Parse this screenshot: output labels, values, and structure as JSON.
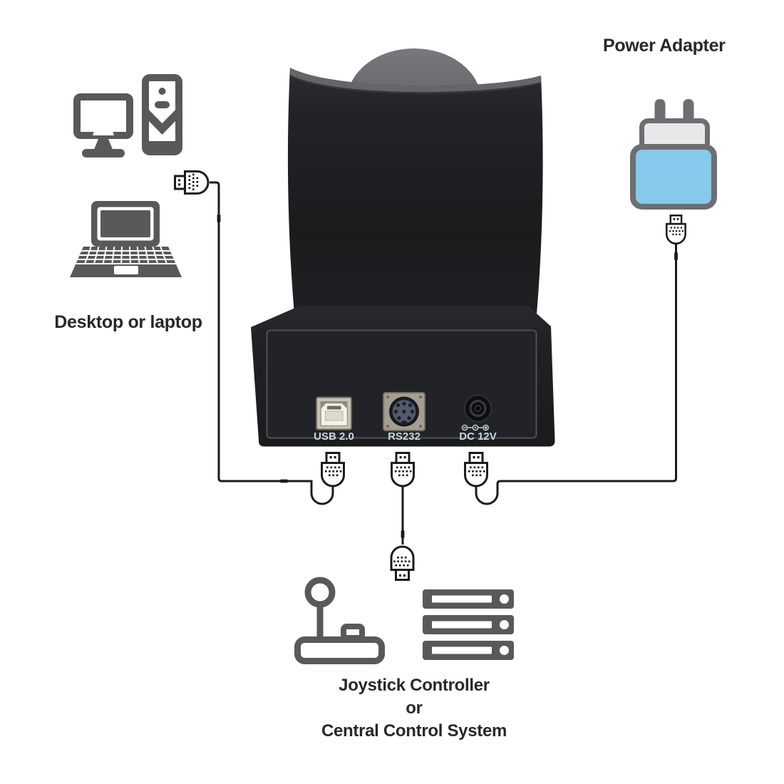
{
  "labels": {
    "power_adapter": "Power Adapter",
    "desktop_or_laptop": "Desktop or laptop",
    "controller_line1": "Joystick Controller",
    "controller_line2": "or",
    "controller_line3": "Central Control System"
  },
  "camera": {
    "ports": [
      {
        "name": "usb-port",
        "label": "USB 2.0"
      },
      {
        "name": "rs232-port",
        "label": "RS232"
      },
      {
        "name": "dc-port",
        "label": "DC 12V"
      }
    ]
  },
  "icons": [
    "desktop-computer-icon",
    "tower-pc-icon",
    "laptop-icon",
    "usb-plug-icon",
    "power-adapter-icon",
    "joystick-icon",
    "server-rack-icon",
    "dc-polarity-icon"
  ],
  "colors": {
    "adapter_blue": "#85C9EB",
    "icon_gray": "#58595B",
    "cable_black": "#1B1B1B",
    "port_label_blue": "#C6D6E4"
  }
}
